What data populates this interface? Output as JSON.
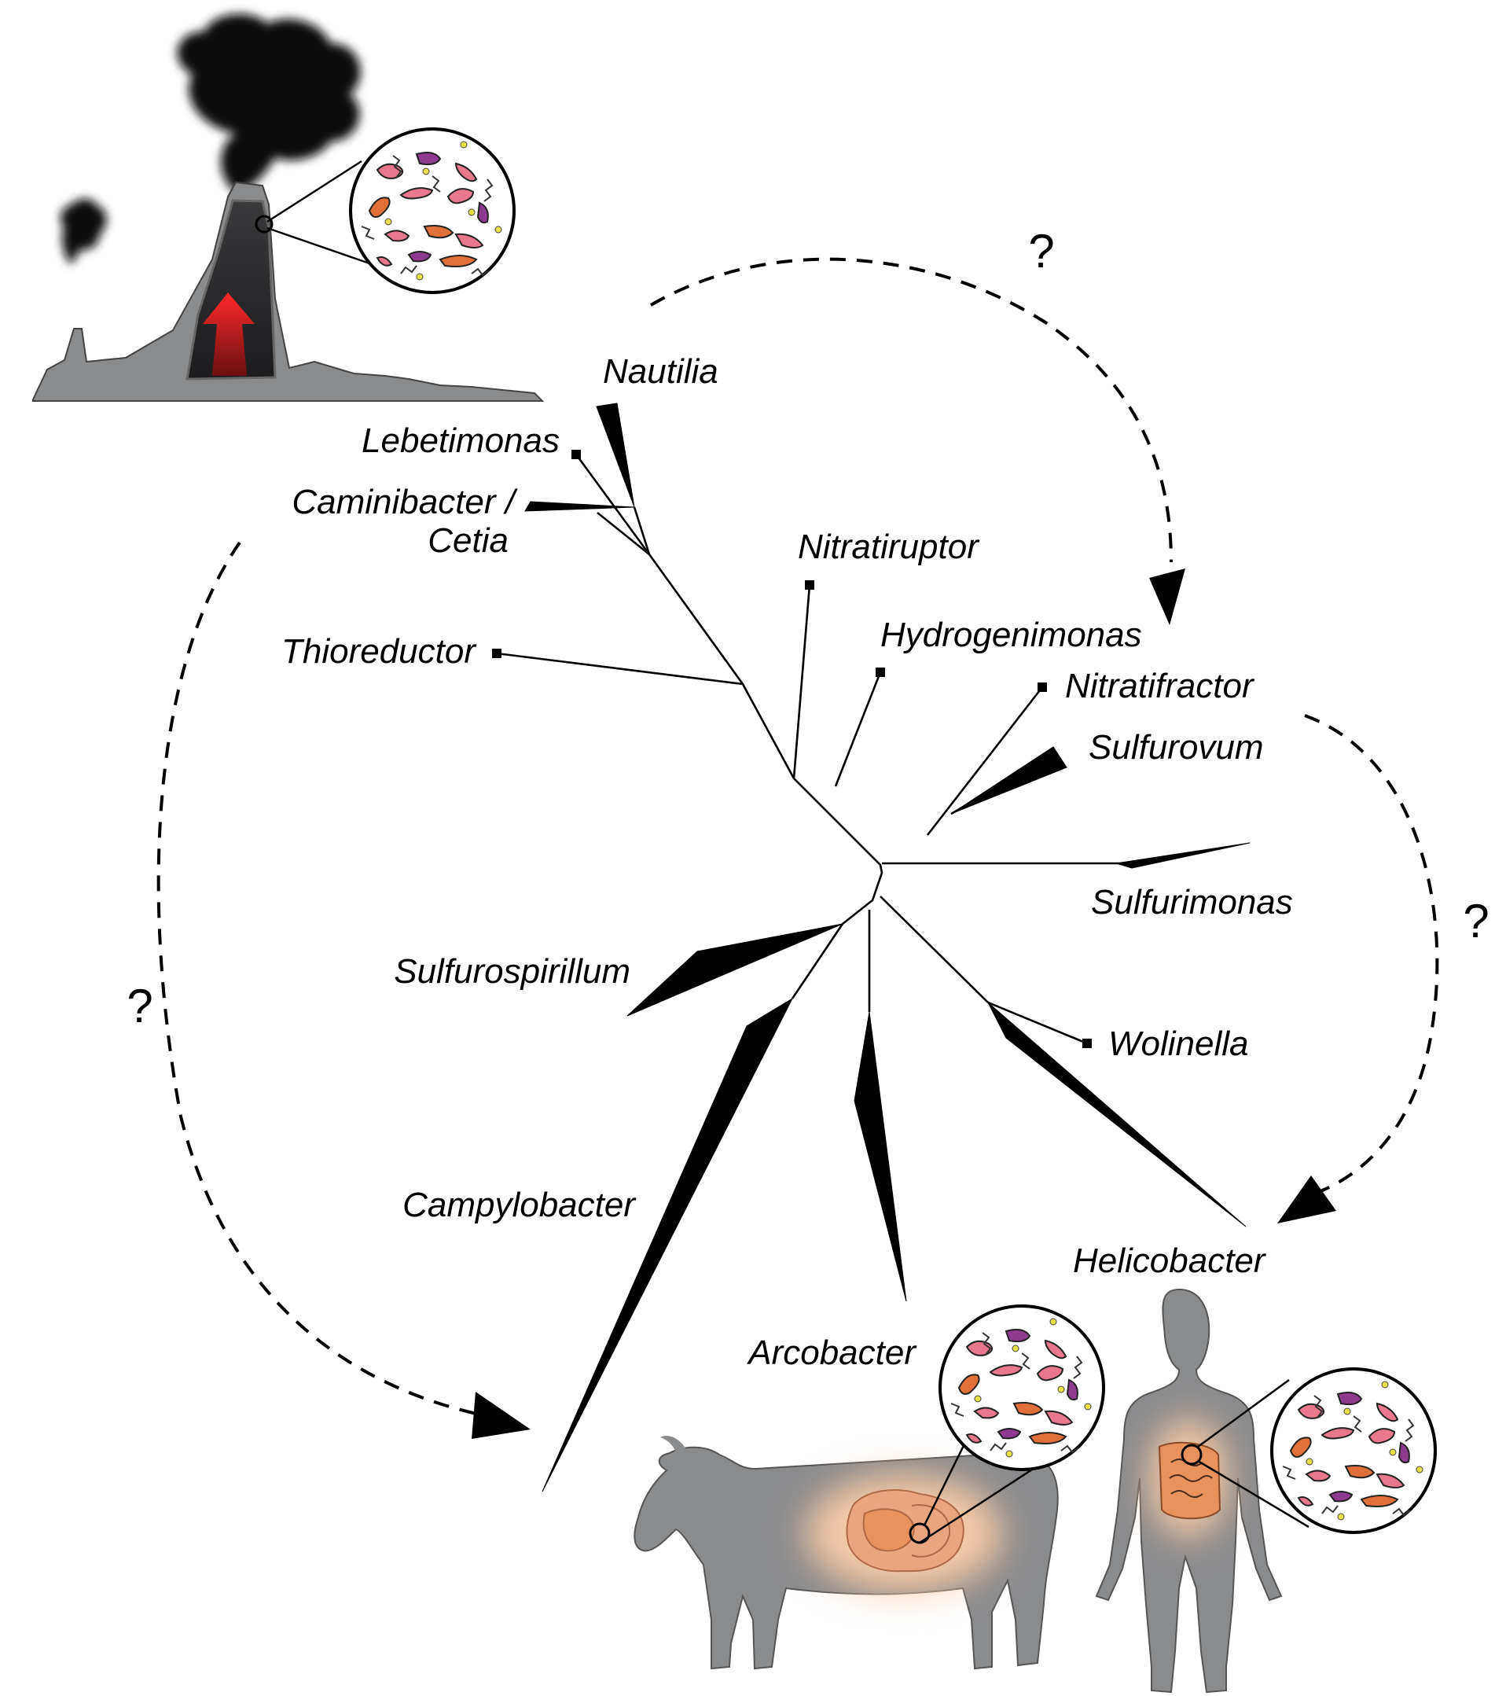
{
  "taxa": {
    "nautilia": "Nautilia",
    "lebetimonas": "Lebetimonas",
    "caminibacter_line1": "Caminibacter /",
    "caminibacter_line2": "Cetia",
    "nitratiruptor": "Nitratiruptor",
    "thioreductor": "Thioreductor",
    "hydrogenimonas": "Hydrogenimonas",
    "nitratifractor": "Nitratifractor",
    "sulfurovum": "Sulfurovum",
    "sulfurimonas": "Sulfurimonas",
    "sulfurospirillum": "Sulfurospirillum",
    "wolinella": "Wolinella",
    "campylobacter": "Campylobacter",
    "helicobacter": "Helicobacter",
    "arcobacter": "Arcobacter"
  },
  "transitions": {
    "top": "?",
    "left": "?",
    "right": "?"
  },
  "colors": {
    "silhouette": "#8a8b8d",
    "smoke": "#111111",
    "vent_arrow": "#e32222",
    "gut_glow": "#f7c9a4",
    "organ": "#e8935e",
    "bacteria_pink": "#e8788e",
    "bacteria_purple": "#8e3a8f",
    "bacteria_orange": "#e0703a",
    "particle_yellow": "#e8e04a"
  },
  "icons": [
    "hydrothermal-vent-icon",
    "cow-silhouette-icon",
    "human-silhouette-icon",
    "bacteria-magnifier-icon"
  ]
}
